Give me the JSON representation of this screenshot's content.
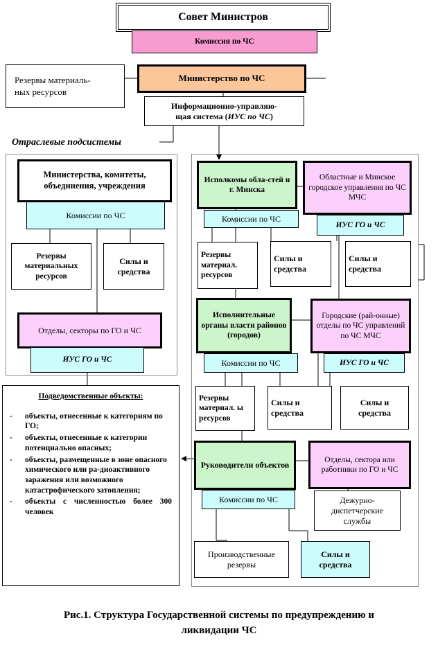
{
  "top": {
    "council": "Совет Министров",
    "commission": "Комиссия по ЧС",
    "ministry": "Министерство по ЧС",
    "reserves": "Резервы материаль-\nных ресурсов",
    "info_system_a": "Информационно-управляю-\nщая система (",
    "info_system_b": "ИУС по ЧС",
    "info_system_c": ")"
  },
  "branch": {
    "heading": "Отраслевые подсистемы",
    "ministries": "Министерства, комитеты, объединения, учреждения",
    "commission": "Комиссии по ЧС",
    "reserves": "Резервы материальных ресурсов",
    "forces": "Силы и средства",
    "departments": "Отделы, секторы по ГО и ЧС",
    "ius": "ИУС ГО и ЧС"
  },
  "regional": {
    "exec_regions": "Исполкомы обла-стей и г. Минска",
    "regional_mchs": "Областные и Минское городское управления по ЧС МЧС",
    "commission": "Комиссии по ЧС",
    "ius": "ИУС ГО и ЧС",
    "reserves": "Резервы материал. ресурсов",
    "forces_a": "Силы и средства",
    "forces_b": "Силы и средства"
  },
  "district": {
    "exec_districts": "Исполнительные органы власти районов (городов)",
    "city_depts": "Городские (рай-онные) отделы по ЧС управлений по ЧС МЧС",
    "commission": "Комиссии по ЧС",
    "ius": "ИУС ГО и ЧС",
    "reserves": "Резервы материал. ы ресурсов",
    "forces_a": "Силы и средства",
    "forces_b": "Силы и средства"
  },
  "objects": {
    "heads": "Руководители объектов",
    "depts": "Отделы, сектора или работники по ГО и ЧС",
    "commission": "Комиссии по ЧС",
    "duty": "Дежурно-диспетчерские службы",
    "prod_reserves": "Производственные резервы",
    "forces": "Силы и средства"
  },
  "subordinate": {
    "title": "Подведомственные объекты:",
    "items": [
      "объекты, отнесенные к категориям  по ГО;",
      "объекты, отнесенные к категории потенциально опасных;",
      "объекты, размещенные в зоне опасного химического  или ра-диоактивного заражения или возможного катастрофического затопления;",
      "объекты      с      численностью более 300 человек"
    ],
    "dash": "-"
  },
  "caption": {
    "line1": "Рис.1. Структура Государственной системы по предупреждению и",
    "line2": "ликвидации ЧС"
  }
}
